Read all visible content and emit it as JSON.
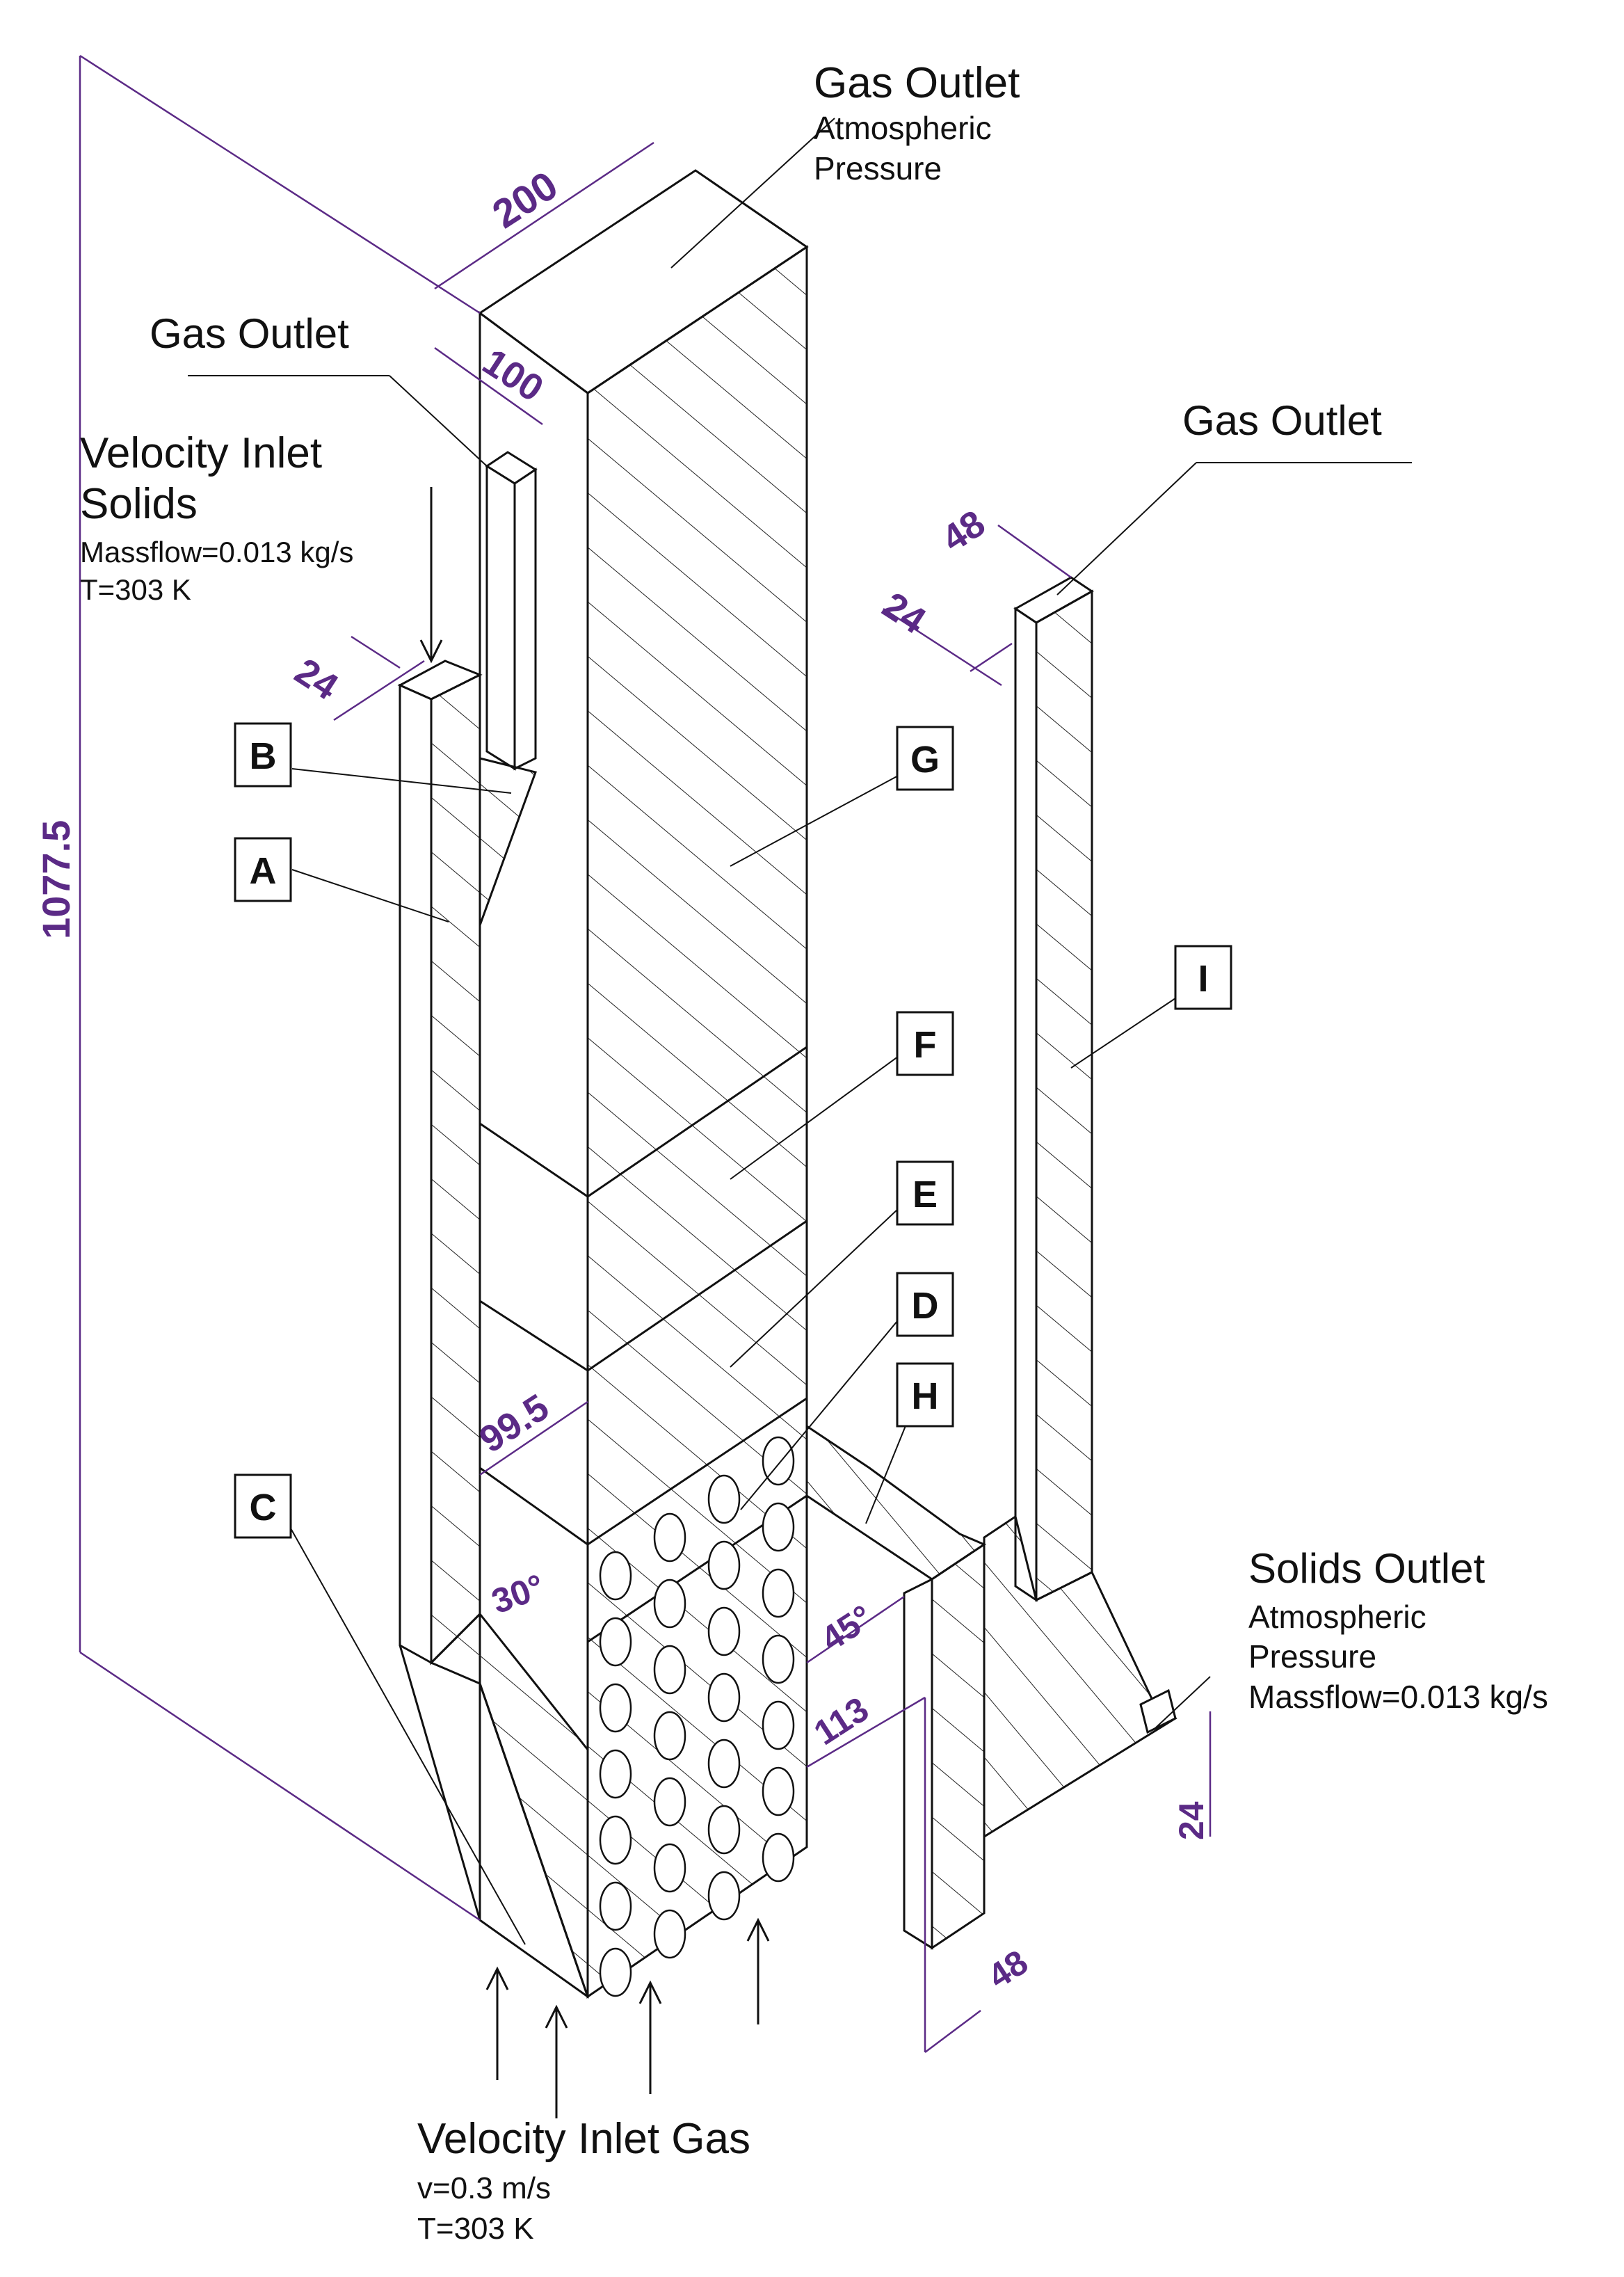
{
  "labels": {
    "gas_outlet_top": "Gas Outlet",
    "atm_pressure_top_1": "Atmospheric",
    "atm_pressure_top_2": "Pressure",
    "gas_outlet_left": "Gas Outlet",
    "gas_outlet_right": "Gas Outlet",
    "velocity_inlet_solids_1": "Velocity Inlet",
    "velocity_inlet_solids_2": "Solids",
    "solids_massflow": "Massflow=0.013 kg/s",
    "solids_temp": "T=303 K",
    "solids_outlet": "Solids Outlet",
    "solids_outlet_atm_1": "Atmospheric",
    "solids_outlet_atm_2": "Pressure",
    "solids_outlet_massflow": "Massflow=0.013 kg/s",
    "velocity_inlet_gas": "Velocity Inlet Gas",
    "gas_velocity": "v=0.3 m/s",
    "gas_temp": "T=303 K"
  },
  "dimensions": {
    "width_200": "200",
    "depth_100": "100",
    "height_1077": "1077.5",
    "wall_24_left": "24",
    "width_48_right": "48",
    "wall_24_right": "24",
    "width_99": "99.5",
    "angle_30": "30°",
    "angle_45": "45°",
    "dist_113": "113",
    "bottom_48": "48",
    "outlet_24": "24"
  },
  "regions": {
    "A": "A",
    "B": "B",
    "C": "C",
    "D": "D",
    "E": "E",
    "F": "F",
    "G": "G",
    "H": "H",
    "I": "I"
  },
  "colors": {
    "dimension": "#5b2a86",
    "line": "#111111"
  }
}
